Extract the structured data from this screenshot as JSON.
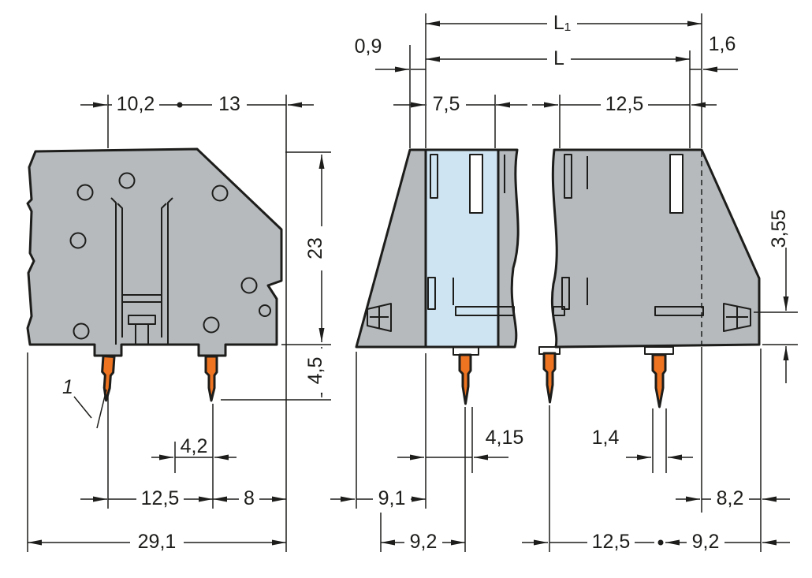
{
  "drawing": {
    "type": "technical-dimension-drawing",
    "subject": "terminal block, side view and sectioned front views with solder pins"
  },
  "colors": {
    "body": "#b6babd",
    "section_highlight": "#cfe4f2",
    "conductor": "#ef7421",
    "detail_white": "#ffffff",
    "outline": "#1d1d1b"
  },
  "dims": {
    "l1": "L₁",
    "l": "L",
    "c09": "0,9",
    "c16": "1,6",
    "c102": "10,2",
    "c13": "13",
    "c75": "7,5",
    "c125_top": "12,5",
    "c23": "23",
    "c45": "4,5",
    "c355": "3,55",
    "angle": "1",
    "c42": "4,2",
    "c125_bottom_left": "12,5",
    "c8": "8",
    "c291": "29,1",
    "c415": "4,15",
    "c91": "9,1",
    "c92_mid": "9,2",
    "c14": "1,4",
    "c125_bottom_right": "12,5",
    "c92_right": "9,2",
    "c82": "8,2"
  }
}
